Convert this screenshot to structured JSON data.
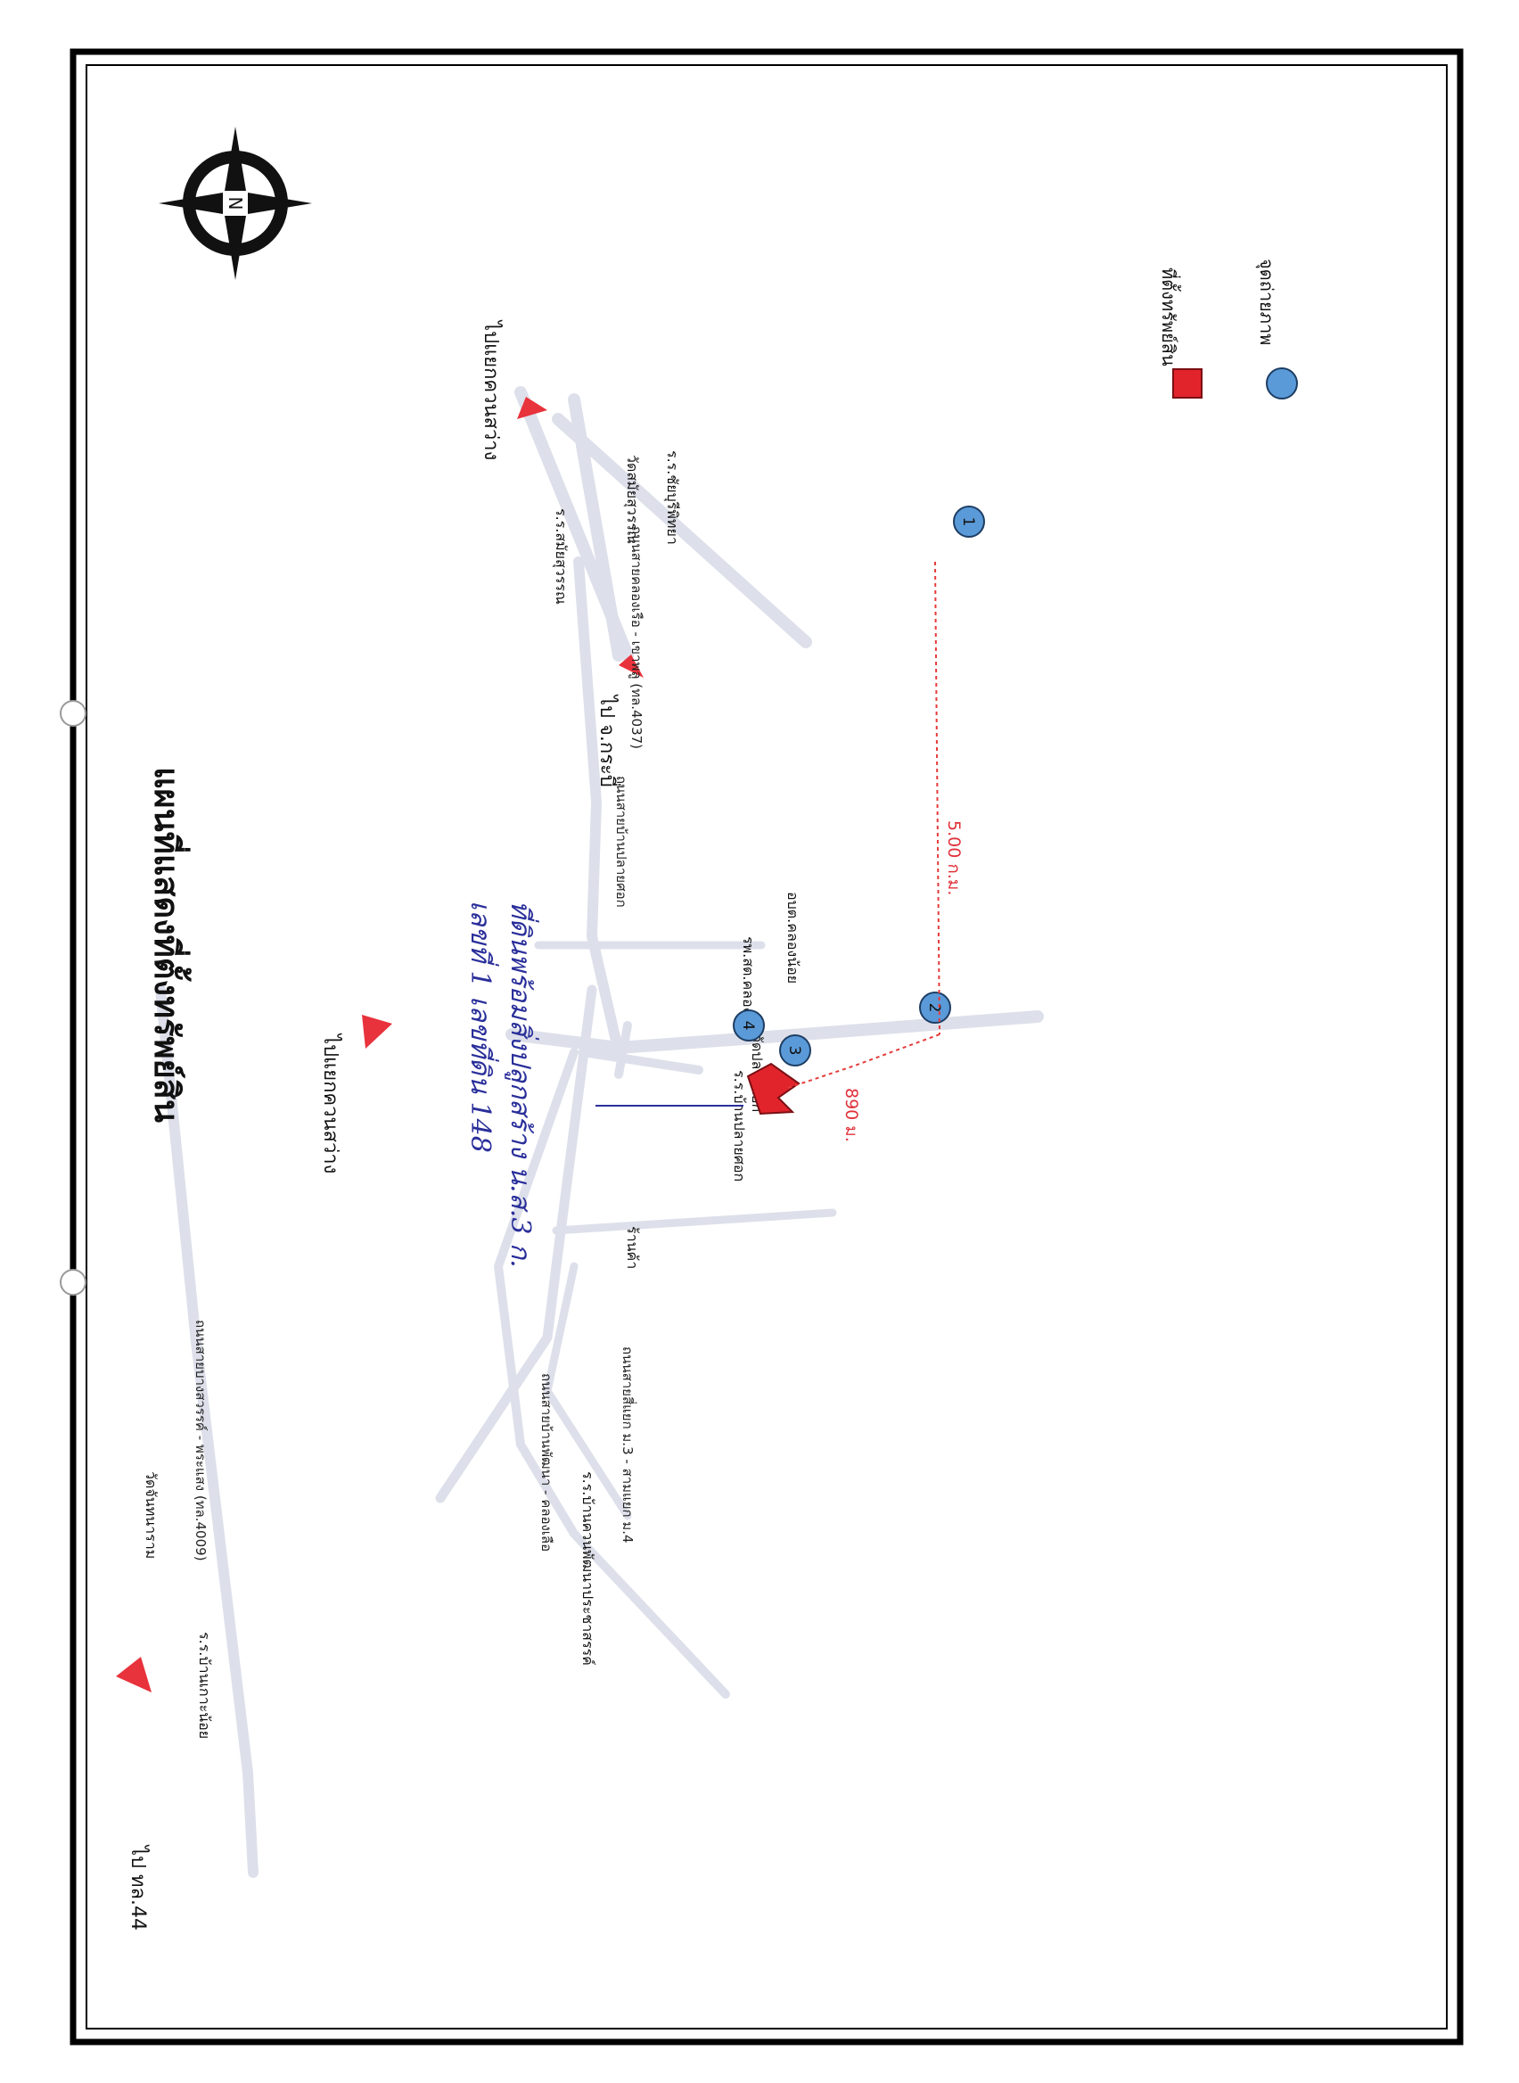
{
  "title": "แผนที่แสดงที่ตั้งทรัพย์สิน",
  "north_label": "N",
  "legend": {
    "property": "ที่ตั้งทรัพย์สิน",
    "photo_point": "จุดถ่ายภาพ"
  },
  "colors": {
    "road": "#dde0ea",
    "arrow": "#e8323c",
    "photo_marker": "#5b9ad8",
    "property": "#e1242c",
    "route": "#e53b3b",
    "handwriting": "#2a2f9a"
  },
  "directions": {
    "to_route44": "ไป ทล.44",
    "to_khuan_sawang_left": "ไปแยกควนสว่าง",
    "to_khuan_sawang_right": "ไปแยกควนสว่าง",
    "to_krabi": "ไป จ.กระบี่"
  },
  "roads": {
    "bang_sawan_phrasaeng": "ถนนสายบางสวรรค์ - พระแสง (ทล.4009)",
    "ban_khlong_noi": "ถนนสายบ้านปลายศอก",
    "khlong_ruea": "ถนนสายคลองเรือ - เขาพลู (ทล.4037)",
    "ban_pattana": "ถนนสายบ้านพัฒนา - คลองเลือ",
    "sam_yaek": "ถนนสายสี่แยก ม.3 - สามแยก ม.4"
  },
  "places": {
    "school_ban_ko_noi": "ร.ร.บ้านเกาะน้อย",
    "temple_chanthanaram": "วัดจันทนาราม",
    "school_ban_khuan_pattana": "ร.ร.บ้านควนพัฒนาประชาสรรค์",
    "school_samai": "ร.ร.สมัยสุวรรณ",
    "temple_samai": "วัดสมัยสุวรรณ",
    "school_chai": "ร.ร.ชัยบุรีพิทยา",
    "hospital": "รพ.สต.คลองน้อย",
    "temple_plai_sok": "วัดปลายศอก",
    "school_plai_sok": "ร.ร.บ้านปลายศอก",
    "obt": "อบต.คลองน้อย",
    "shop": "ร้านค้า"
  },
  "distances": {
    "road_segment": "5.00 ก.ม.",
    "short_segment": "890 ม."
  },
  "photo_points": [
    "1",
    "2",
    "3",
    "4"
  ],
  "handwritten_note": {
    "line1": "ที่ดินพร้อมสิ่งปลูกสร้าง น.ส.3 ก.",
    "line2": "เลขที่ 1 เลขที่ดิน 148"
  }
}
